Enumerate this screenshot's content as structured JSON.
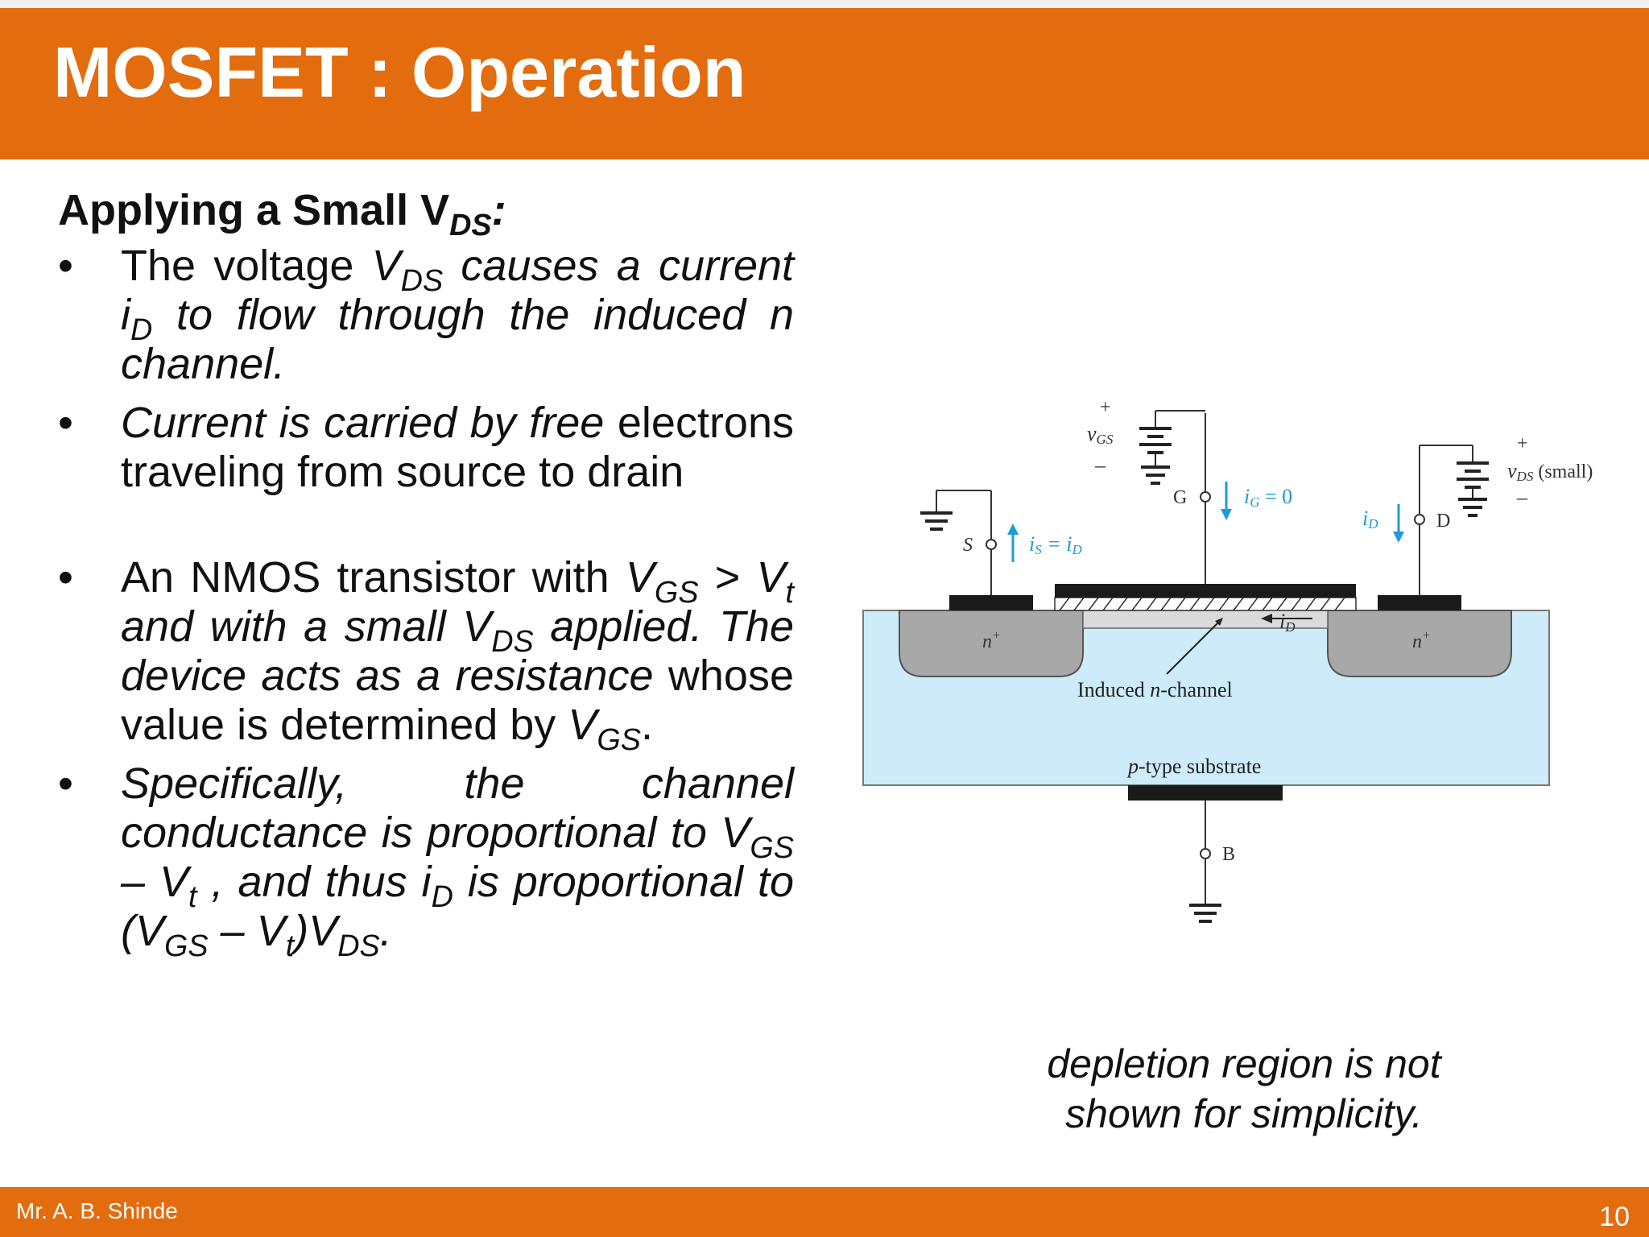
{
  "slide": {
    "title": "MOSFET : Operation",
    "heading": {
      "main": "Applying a Small V",
      "sub": "DS",
      "tail": ":"
    },
    "bullet_symbol": "•",
    "bullets": [
      {
        "parts": [
          {
            "t": "The voltage "
          },
          {
            "t": "V",
            "i": true
          },
          {
            "t": "DS",
            "sub": true,
            "i": true
          },
          {
            "t": " causes a current i",
            "i": true
          },
          {
            "t": "D",
            "sub": true,
            "i": true
          },
          {
            "t": " to flow through the induced n channel.",
            "i": true
          }
        ]
      },
      {
        "parts": [
          {
            "t": "Current is carried by free",
            "i": true
          },
          {
            "t": " electrons traveling from source to drain"
          }
        ]
      },
      {
        "gap": true,
        "parts": [
          {
            "t": "An NMOS transistor with "
          },
          {
            "t": "V",
            "i": true
          },
          {
            "t": "GS",
            "sub": true,
            "i": true
          },
          {
            "t": " > "
          },
          {
            "t": "V",
            "i": true
          },
          {
            "t": "t",
            "sub": true,
            "i": true
          },
          {
            "t": " and with a small V",
            "i": true
          },
          {
            "t": "DS",
            "sub": true,
            "i": true
          },
          {
            "t": " applied. The device acts as a resistance",
            "i": true
          },
          {
            "t": " whose value is determined by "
          },
          {
            "t": "V",
            "i": true
          },
          {
            "t": "GS",
            "sub": true,
            "i": true
          },
          {
            "t": "."
          }
        ]
      },
      {
        "parts": [
          {
            "t": "Specifically, the channel conductance is proportional to V",
            "i": true
          },
          {
            "t": "GS",
            "sub": true,
            "i": true
          },
          {
            "t": " – V",
            "i": true
          },
          {
            "t": "t",
            "sub": true,
            "i": true
          },
          {
            "t": " , and thus i",
            "i": true
          },
          {
            "t": "D",
            "sub": true,
            "i": true
          },
          {
            "t": " is proportional to (V",
            "i": true
          },
          {
            "t": "GS",
            "sub": true,
            "i": true
          },
          {
            "t": " – V",
            "i": true
          },
          {
            "t": "t",
            "sub": true,
            "i": true
          },
          {
            "t": ")V",
            "i": true
          },
          {
            "t": "DS",
            "sub": true,
            "i": true
          },
          {
            "t": ".",
            "i": true
          }
        ]
      }
    ],
    "caption": "depletion region is not shown for simplicity.",
    "footer": {
      "author": "Mr. A. B. Shinde",
      "page": "10"
    }
  },
  "diagram": {
    "labels": {
      "vgs_plus": "+",
      "vgs": "v",
      "vgs_sub": "GS",
      "vgs_minus": "–",
      "g": "G",
      "ig": "i",
      "ig_sub": "G",
      "ig_eq": " = 0",
      "s": "S",
      "is": "i",
      "is_sub": "S",
      "is_eq": " = i",
      "is_eq_sub": "D",
      "d": "D",
      "id": "i",
      "id_sub": "D",
      "vds_plus": "+",
      "vds": "v",
      "vds_sub": "DS",
      "vds_tail": " (small)",
      "vds_minus": "–",
      "n_plus": "n",
      "n_plus_sup": "+",
      "chan_id": "i",
      "chan_id_sub": "D",
      "induced": "Induced ",
      "induced_n": "n",
      "induced_tail": "-channel",
      "substrate_p": "p",
      "substrate": "-type substrate",
      "b": "B"
    },
    "colors": {
      "substrate": "#CDEBF8",
      "n_region": "#A8A8A8",
      "metal": "#1A1A1A",
      "current": "#1E9BD7",
      "channel": "#DADADA"
    }
  }
}
